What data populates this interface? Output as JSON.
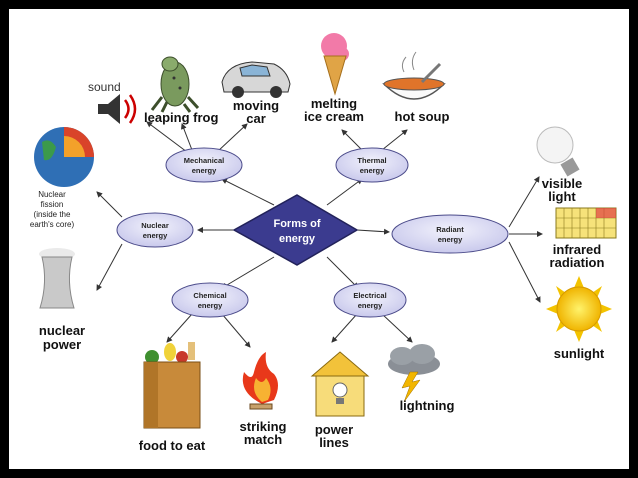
{
  "center": {
    "line1": "Forms of",
    "line2": "energy"
  },
  "nodes": {
    "mechanical": {
      "line1": "Mechanical",
      "line2": "energy"
    },
    "thermal": {
      "line1": "Thermal",
      "line2": "energy"
    },
    "nuclear": {
      "line1": "Nuclear",
      "line2": "energy"
    },
    "radiant": {
      "line1": "Radiant",
      "line2": "energy"
    },
    "chemical": {
      "line1": "Chemical",
      "line2": "energy"
    },
    "electrical": {
      "line1": "Electrical",
      "line2": "energy"
    }
  },
  "examples": {
    "sound": "sound",
    "leaping_frog": "leaping frog",
    "moving_car": {
      "line1": "moving",
      "line2": "car"
    },
    "melting_ice_cream": {
      "line1": "melting",
      "line2": "ice cream"
    },
    "hot_soup": "hot soup",
    "nuclear_fission": {
      "line1": "Nuclear",
      "line2": "fission",
      "line3": "(inside the",
      "line4": "earth's core)"
    },
    "nuclear_power": {
      "line1": "nuclear",
      "line2": "power"
    },
    "visible_light": {
      "line1": "visible",
      "line2": "light"
    },
    "infrared_radiation": {
      "line1": "infrared",
      "line2": "radiation"
    },
    "sunlight": "sunlight",
    "food_to_eat": "food to eat",
    "striking_match": {
      "line1": "striking",
      "line2": "match"
    },
    "power_lines": {
      "line1": "power",
      "line2": "lines"
    },
    "lightning": "lightning"
  },
  "colors": {
    "node_fill": "#d9d9f3",
    "node_stroke": "#4b4b8a",
    "center_fill": "#3b3b8f",
    "arrow": "#333333"
  }
}
